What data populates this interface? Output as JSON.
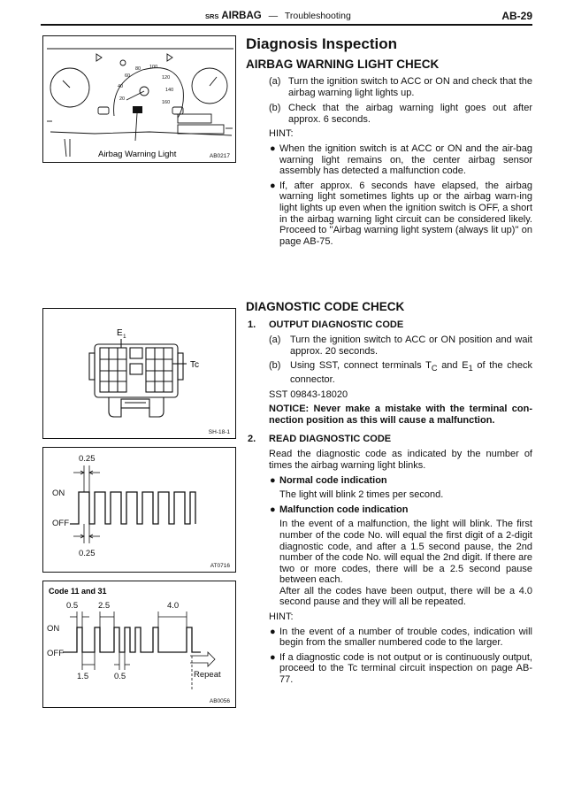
{
  "header": {
    "srs": "SRS",
    "section": "AIRBAG",
    "dash": "—",
    "subtitle": "Troubleshooting",
    "page": "AB-29"
  },
  "figures": {
    "cluster": {
      "caption": "Airbag Warning Light",
      "code": "AB0217",
      "dial_labels": [
        "20",
        "40",
        "60",
        "80",
        "100",
        "120",
        "140",
        "160"
      ]
    },
    "connector": {
      "e1_label": "E",
      "e1_sub": "1",
      "tc_label": "Tc",
      "code": "SH-18-1"
    },
    "normal": {
      "top_label": "0.25",
      "on_label": "ON",
      "off_label": "OFF",
      "bottom_label": "0.25",
      "code": "AT0716"
    },
    "malfunction": {
      "title": "Code 11 and 31",
      "on_label": "ON",
      "off_label": "OFF",
      "top_labels": [
        "0.5",
        "2.5",
        "4.0"
      ],
      "bottom_labels": [
        "1.5",
        "0.5"
      ],
      "repeat_label": "Repeat",
      "code": "AB0056"
    }
  },
  "section1": {
    "title": "Diagnosis Inspection",
    "subtitle": "AIRBAG WARNING LIGHT CHECK",
    "steps": [
      {
        "label": "(a)",
        "text": "Turn the ignition switch to ACC or ON and check that the airbag warning light lights up."
      },
      {
        "label": "(b)",
        "text": "Check that the airbag warning light goes out after approx. 6 seconds."
      }
    ],
    "hint_label": "HINT:",
    "hints": [
      "When the ignition switch is at ACC or ON and the air-bag warning light remains on, the center airbag sensor assembly has detected a malfunction code.",
      "If, after approx. 6 seconds have elapsed, the airbag warning light sometimes lights up or the airbag warn-ing light lights up even when the ignition switch is OFF, a short in the airbag warning light circuit can be considered likely. Proceed to ''Airbag warning light system (always lit up)'' on page AB-75."
    ]
  },
  "section2": {
    "title": "DIAGNOSTIC CODE CHECK",
    "sub1": {
      "num": "1.",
      "title": "OUTPUT DIAGNOSTIC CODE"
    },
    "step_a": {
      "label": "(a)",
      "text": "Turn the ignition switch to ACC or ON position and wait approx. 20 seconds."
    },
    "step_b": {
      "label": "(b)",
      "pre": "Using SST, connect terminals T",
      "sub1": "C",
      "mid": " and E",
      "sub2": "1",
      "post": " of the check connector."
    },
    "sst": "SST 09843-18020",
    "notice": "NOTICE:  Never make a mistake with the terminal con-nection position as this will cause a malfunction.",
    "sub2": {
      "num": "2.",
      "title": "READ DIAGNOSTIC CODE"
    },
    "intro": "Read the diagnostic code as indicated by the number of times the airbag warning light blinks.",
    "normal_title": "Normal code indication",
    "normal_text": "The light will blink 2 times per second.",
    "malf_title": "Malfunction code indication",
    "malf_text": "In the event of a malfunction, the light will blink. The first number of the code No. will equal the first digit of a 2-digit diagnostic code, and after a 1.5 second pause, the 2nd number of the code No. will equal the 2nd digit. If there are two or more codes, there will be a 2.5 second pause between each.",
    "malf_text2": "After all the codes have been output, there will be a 4.0 second pause and they will all be repeated.",
    "hint_label": "HINT:",
    "hints": [
      "In the event of a number of trouble codes, indication will begin from the smaller numbered code to the larger.",
      "If a diagnostic code is not output or is continuously output, proceed to the Tc terminal circuit inspection on page AB-77."
    ]
  }
}
